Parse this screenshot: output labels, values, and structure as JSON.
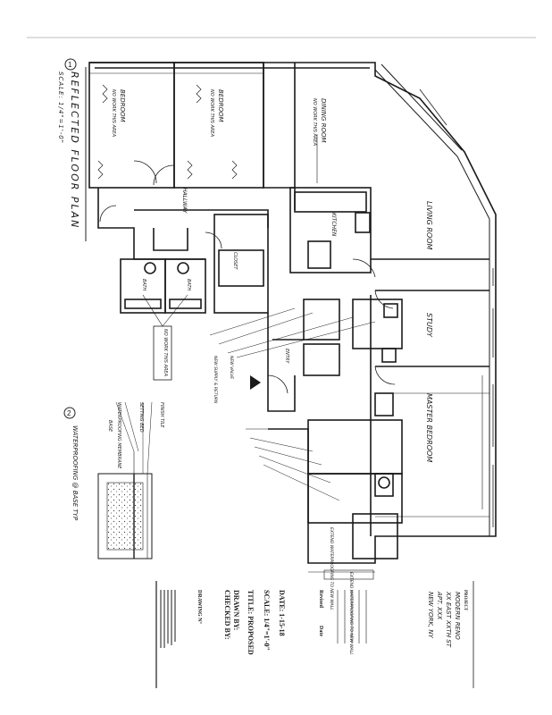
{
  "drawing": {
    "title": "REFLECTED FLOOR PLAN",
    "scale": "SCALE: 1/4\"=1'-0\"",
    "rooms": {
      "bedroom_left": "BEDROOM",
      "bedroom_left_note": "NO WORK THIS AREA",
      "bedroom_mid": "BEDROOM",
      "bedroom_mid_note": "NO WORK THIS AREA",
      "dining": "DINING ROOM",
      "dining_note": "NO WORK THIS AREA",
      "living": "LIVING ROOM",
      "study": "STUDY",
      "master": "MASTER BEDROOM",
      "hallway": "HALLWAY",
      "kitchen": "KITCHEN",
      "closet": "CLOSET",
      "bath1": "BATH",
      "bath2": "BATH",
      "no_work_bath": "NO WORK THIS AREA",
      "entry": "ENTRY"
    },
    "notes": {
      "membrane_1": "EXTEND WATERPROOFING TO NEW WALL",
      "membrane_2": "EXTEND WATERPROOFING TO NEW WALL",
      "detail": "WATERPROOFING @ BASE TYP",
      "tile_finish": "FINISH TILE",
      "setting_bed": "SETTING BED",
      "membrane": "WATERPROOFING MEMBRANE",
      "base": "BASE",
      "supply": "NEW SUPPLY & RETURN",
      "valve": "NEW VALVE"
    },
    "detail_number": "1",
    "detail2_number": "2"
  },
  "title_block": {
    "project_label": "PROJECT",
    "project_lines": [
      "MODERN RENO",
      "XX EAST XXTH ST",
      "APT. XXX",
      "NEW YORK, NY"
    ],
    "revised": "Revised",
    "date_col": "Date",
    "date": "DATE: 1-15-18",
    "scale": "SCALE: 1/4\"=1'-0\"",
    "title": "TITLE: PROPOSED",
    "drawn_by": "DRAWN BY:",
    "checked_by": "CHECKED BY:",
    "drawing_no": "DRAWING N°"
  }
}
